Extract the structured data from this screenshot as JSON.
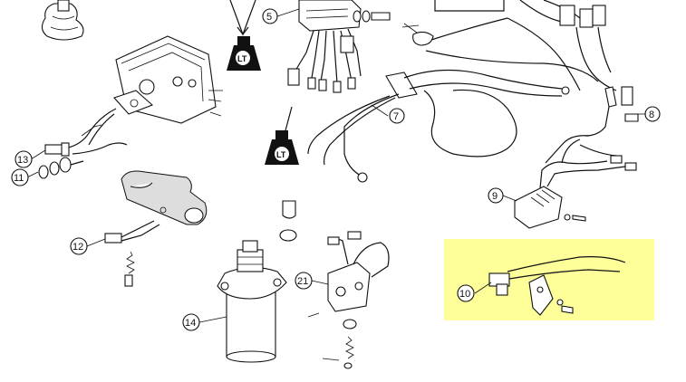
{
  "callouts": [
    {
      "id": "5",
      "label": "5"
    },
    {
      "id": "7",
      "label": "7"
    },
    {
      "id": "8",
      "label": "8"
    },
    {
      "id": "9",
      "label": "9"
    },
    {
      "id": "10",
      "label": "10"
    },
    {
      "id": "11",
      "label": "11"
    },
    {
      "id": "12",
      "label": "12"
    },
    {
      "id": "13",
      "label": "13"
    },
    {
      "id": "14",
      "label": "14"
    },
    {
      "id": "21",
      "label": "21"
    }
  ],
  "lt_badges": [
    {
      "label": "LT"
    },
    {
      "label": "LT"
    }
  ],
  "colors": {
    "line": "#111111",
    "highlight": "#ffff99",
    "background": "#ffffff"
  }
}
